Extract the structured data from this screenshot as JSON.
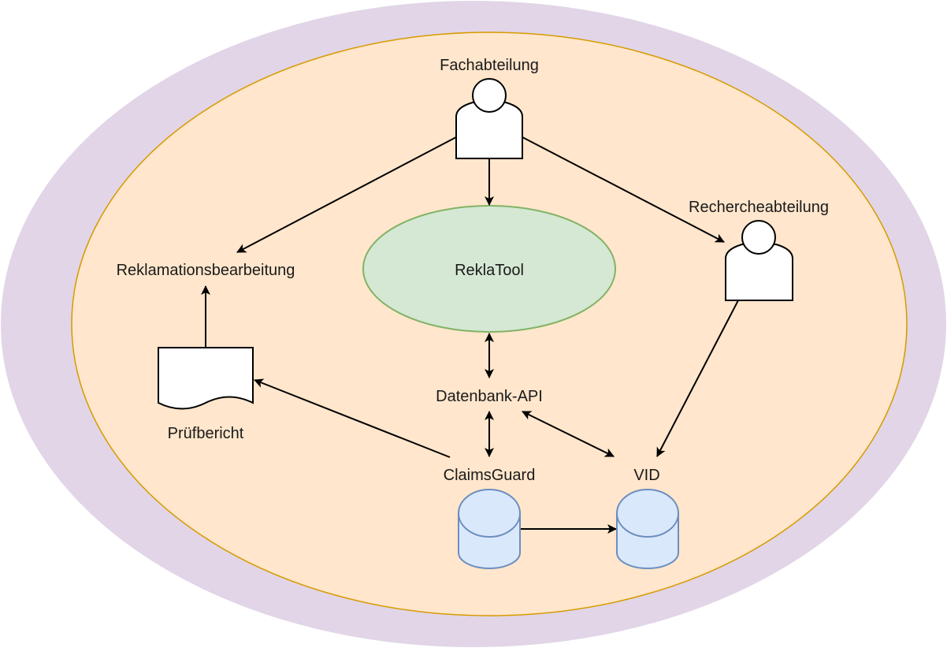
{
  "colors": {
    "outer_fill": "#e1d5e7",
    "inner_fill": "#ffe6cc",
    "inner_stroke": "#d79b00",
    "reklatool_fill": "#d5e8d4",
    "reklatool_stroke": "#82b366",
    "db_fill": "#dae8fc",
    "db_stroke": "#6c8ebf"
  },
  "nodes": {
    "fachabteilung": {
      "label": "Fachabteilung",
      "icon": "person-icon"
    },
    "rechercheabteilung": {
      "label": "Rechercheabteilung",
      "icon": "person-icon"
    },
    "reklamationsbearbeitung": {
      "label": "Reklamationsbearbeitung"
    },
    "reklatool": {
      "label": "ReklaTool"
    },
    "datenbank_api": {
      "label": "Datenbank-API"
    },
    "pruefbericht": {
      "label": "Prüfbericht",
      "icon": "document-icon"
    },
    "claimsguard": {
      "label": "ClaimsGuard",
      "icon": "database-icon"
    },
    "vid": {
      "label": "VID",
      "icon": "database-icon"
    }
  }
}
